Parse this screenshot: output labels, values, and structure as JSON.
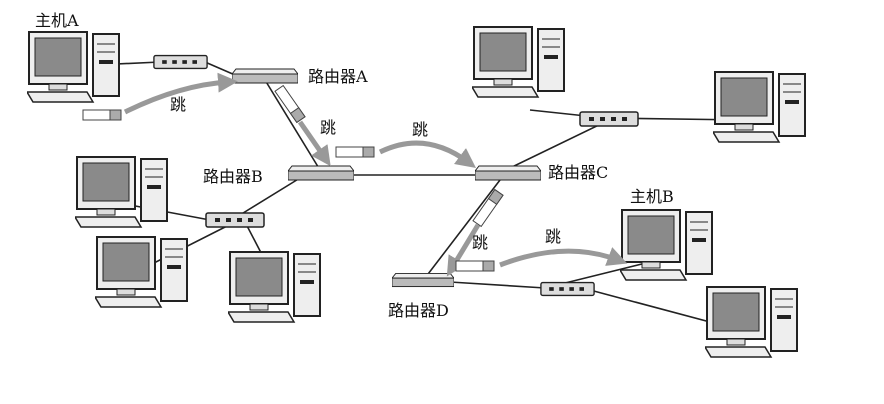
{
  "labels": {
    "host_a": "主机A",
    "host_b": "主机B",
    "router_a": "路由器A",
    "router_b": "路由器B",
    "router_c": "路由器C",
    "router_d": "路由器D",
    "hop": "跳"
  },
  "colors": {
    "arrow": "#999999",
    "screen": "#8a8a8a",
    "device": "#d8d8d8"
  }
}
